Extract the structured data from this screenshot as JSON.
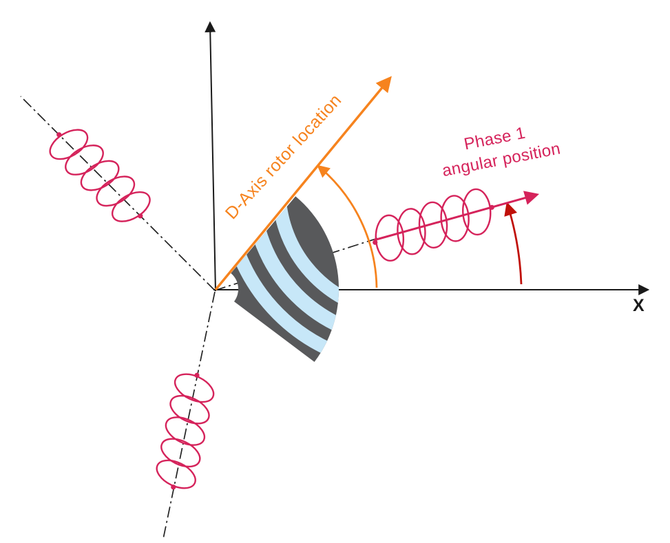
{
  "diagram": {
    "labels": {
      "d_axis": "D-Axis rotor location",
      "phase1_line1": "Phase 1",
      "phase1_line2": "angular position",
      "x_axis": "X"
    },
    "colors": {
      "axis": "#1a1a1a",
      "dash_line": "#222222",
      "orange": "#F6831E",
      "crimson": "#D5235B",
      "dark_red": "#C01009",
      "rotor_gray": "#58595B",
      "flux_blue": "#C7E7F8"
    }
  }
}
